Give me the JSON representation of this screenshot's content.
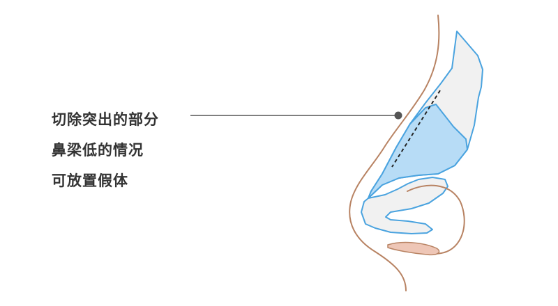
{
  "annotation": {
    "lines": [
      "切除突出的部分",
      "鼻梁低的情况",
      "可放置假体"
    ]
  },
  "colors": {
    "skin_outline": "#b88363",
    "cartilage_outline": "#4aa3df",
    "cartilage_fill": "#f1f1f1",
    "implant_fill": "#b7dcf6",
    "nostril_fill": "#eec6b6",
    "leader_line": "#555555",
    "cut_line": "#222222",
    "text": "#333333"
  }
}
